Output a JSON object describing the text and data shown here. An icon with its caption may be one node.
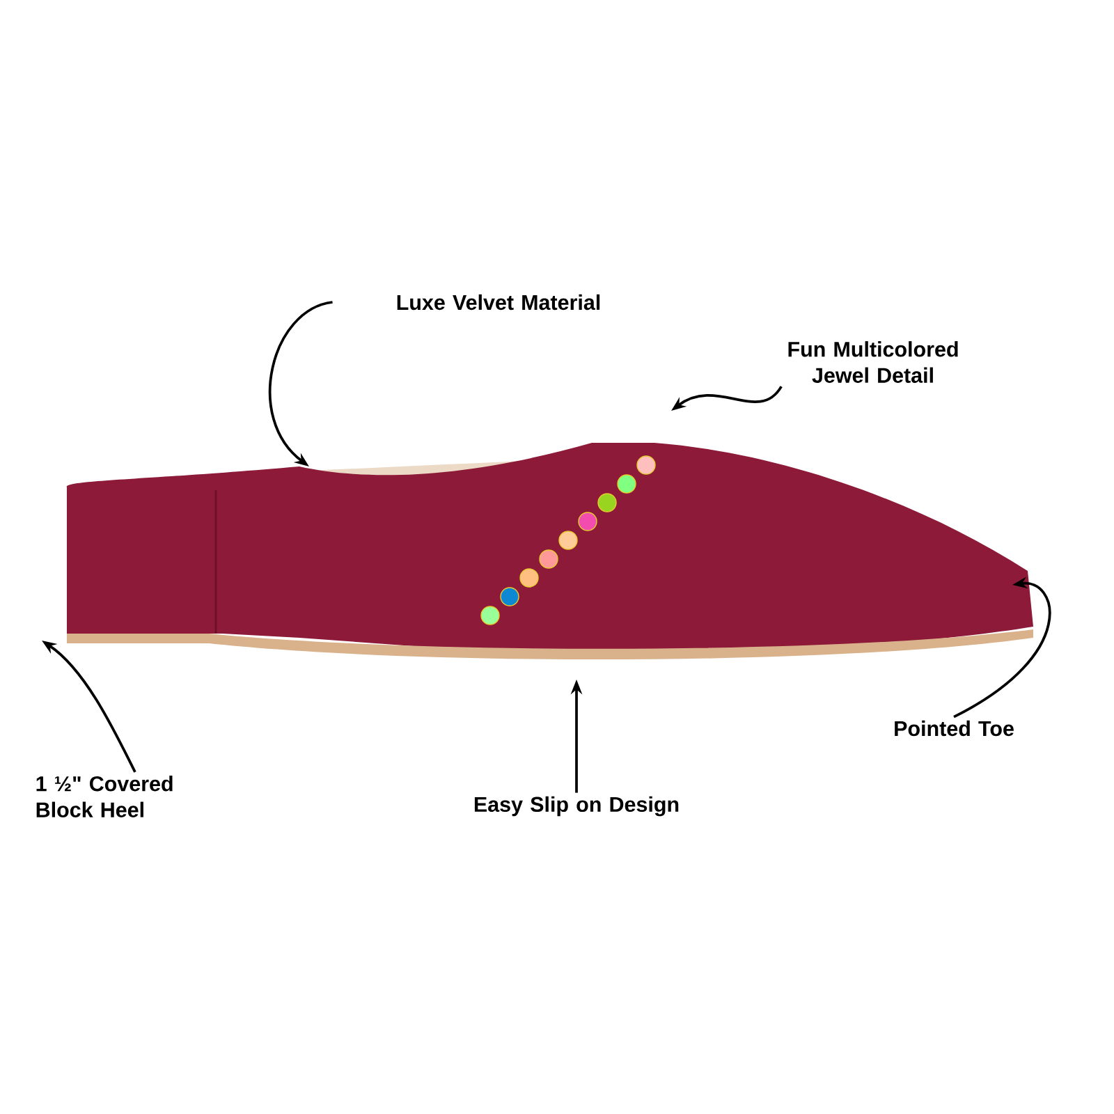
{
  "diagram": {
    "nodes": [
      {
        "text": [
          "Luxe Velvet Material"
        ]
      },
      {
        "text": [
          "Fun Multicolored Jewel Detail"
        ]
      },
      {
        "text": [
          "Pointed Toe"
        ]
      },
      {
        "text": [
          "Easy Slip on Design"
        ]
      },
      {
        "text": [
          "1 ½\" Covered Block Heel"
        ]
      }
    ],
    "edges": [
      {
        "from": 0,
        "to": null,
        "arrow": "to"
      },
      {
        "from": 1,
        "to": null,
        "arrow": "to"
      },
      {
        "from": 2,
        "to": null,
        "arrow": "to"
      },
      {
        "from": 3,
        "to": null,
        "arrow": "to"
      },
      {
        "from": 4,
        "to": null,
        "arrow": "to"
      }
    ]
  }
}
